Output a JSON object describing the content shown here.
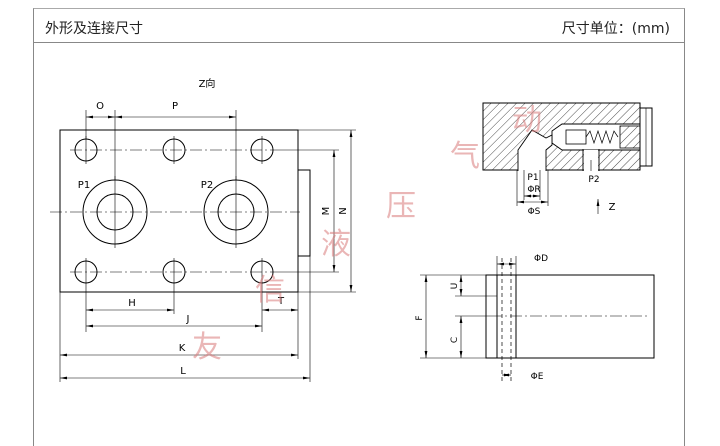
{
  "header": {
    "title": "外形及连接尺寸",
    "unit": "尺寸单位：(mm)"
  },
  "front_view": {
    "view_label": "Z向",
    "dim_o": "O",
    "dim_p": "P",
    "dim_h": "H",
    "dim_j": "J",
    "dim_k": "K",
    "dim_l": "L",
    "dim_t": "T",
    "dim_m": "M",
    "dim_n": "N",
    "port_p1": "P1",
    "port_p2": "P2"
  },
  "section_view": {
    "port_p1": "P1",
    "dia_r": "ΦR",
    "port_p2": "P2",
    "dia_s": "ΦS",
    "direction": "Z"
  },
  "side_view": {
    "dia_d": "ΦD",
    "dia_e": "ΦE",
    "dim_u": "U",
    "dim_f": "F",
    "dim_c": "C"
  },
  "watermark": {
    "chars": [
      "友",
      "信",
      "液",
      "压",
      "气",
      "动"
    ]
  },
  "colors": {
    "line": "#000000",
    "frame": "#888888",
    "watermark": "#d97b7b"
  }
}
